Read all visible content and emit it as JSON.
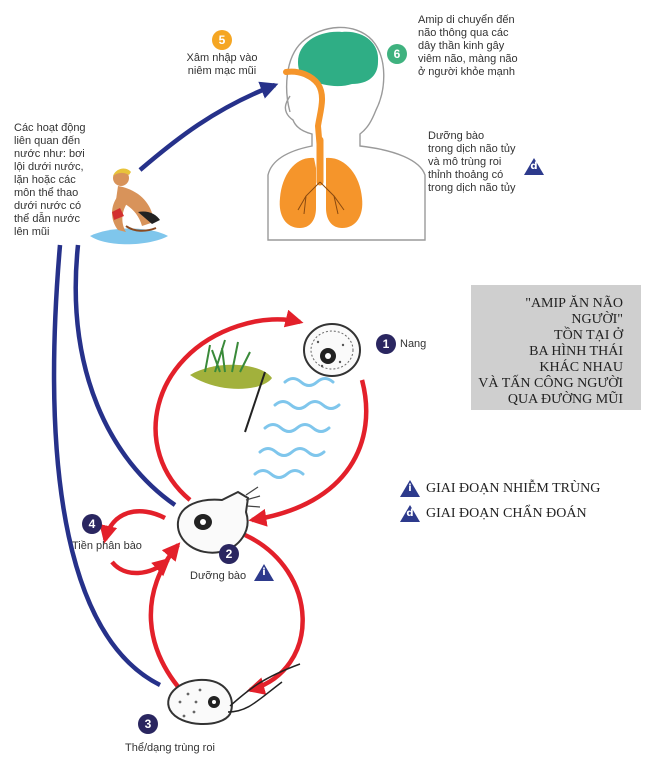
{
  "title_box": {
    "lines": [
      "\"AMIP ĂN NÃO NGƯỜI\"",
      "TỒN TẠI Ở",
      "BA HÌNH THÁI",
      "KHÁC NHAU",
      "VÀ TẤN CÔNG NGƯỜI",
      "QUA ĐƯỜNG MŨI"
    ]
  },
  "steps": {
    "s1": {
      "num": "1",
      "label": "Nang"
    },
    "s2": {
      "num": "2",
      "label": "Dưỡng bào"
    },
    "s3": {
      "num": "3",
      "label": "Thể/dạng trùng roi"
    },
    "s4": {
      "num": "4",
      "label": "Tiền phân bào"
    },
    "s5": {
      "num": "5",
      "lines": [
        "Xâm nhập vào",
        "niêm mạc mũi"
      ]
    },
    "s6": {
      "num": "6",
      "lines": [
        "Amip di chuyển đến",
        "não thông qua các",
        "dây thần kinh gây",
        "viêm não, màng não",
        "ở người khỏe mạnh"
      ]
    }
  },
  "activities": {
    "lines": [
      "Các hoạt động",
      "liên quan đến",
      "nước như: bơi",
      "lội dưới nước,",
      "lặn hoặc các",
      "môn thể thao",
      "dưới nước có",
      "thể dẫn nước",
      "lên mũi"
    ]
  },
  "diagnostic_note": {
    "lines": [
      "Dưỡng bào",
      "trong dịch não tủy",
      "và mô trùng roi",
      "thỉnh thoảng có",
      "trong dịch não tủy"
    ]
  },
  "legend": {
    "infective": {
      "symbol": "i",
      "label": "GIAI ĐOẠN NHIỄM TRÙNG"
    },
    "diagnostic": {
      "symbol": "d",
      "label": "GIAI ĐOẠN CHẨN ĐOÁN"
    }
  },
  "colors": {
    "red_arrow": "#e3202a",
    "blue_arrow": "#26318a",
    "brain": "#2fae85",
    "lungs": "#f5952b",
    "dark_badge": "#2a2660",
    "orange_badge": "#f5a623",
    "green_badge": "#3fb27f",
    "title_box_bg": "#cfcfcf"
  }
}
